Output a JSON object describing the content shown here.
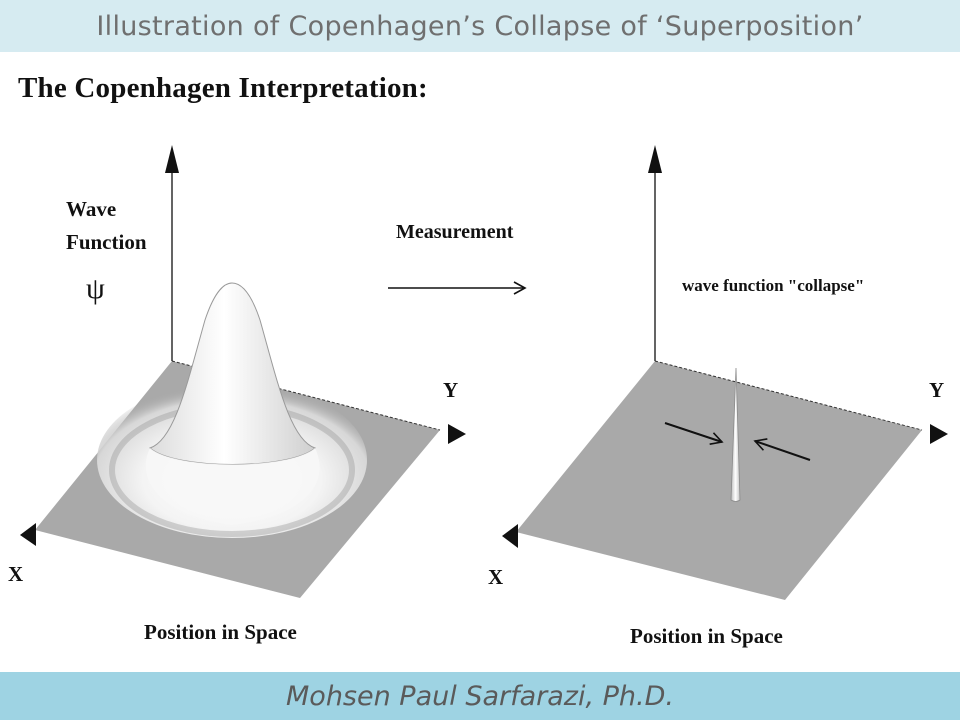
{
  "slide": {
    "title": "Illustration of Copenhagen’s Collapse of ‘Superposition’",
    "footer": "Mohsen Paul Sarfarazi, Ph.D."
  },
  "figure": {
    "heading": "The Copenhagen Interpretation:",
    "left_panel": {
      "z_axis_label_line1": "Wave",
      "z_axis_label_line2": "Function",
      "z_axis_symbol": "ψ",
      "y_axis_label": "Y",
      "x_axis_label": "X",
      "caption": "Position in Space"
    },
    "transition_label": "Measurement",
    "right_panel": {
      "annotation": "wave function \"collapse\"",
      "y_axis_label": "Y",
      "x_axis_label": "X",
      "caption": "Position in Space"
    }
  },
  "colors": {
    "title_bar": "#d6ebf1",
    "footer_bar": "#9ed3e3",
    "plane": "#a9a9a9",
    "ink": "#111111"
  }
}
